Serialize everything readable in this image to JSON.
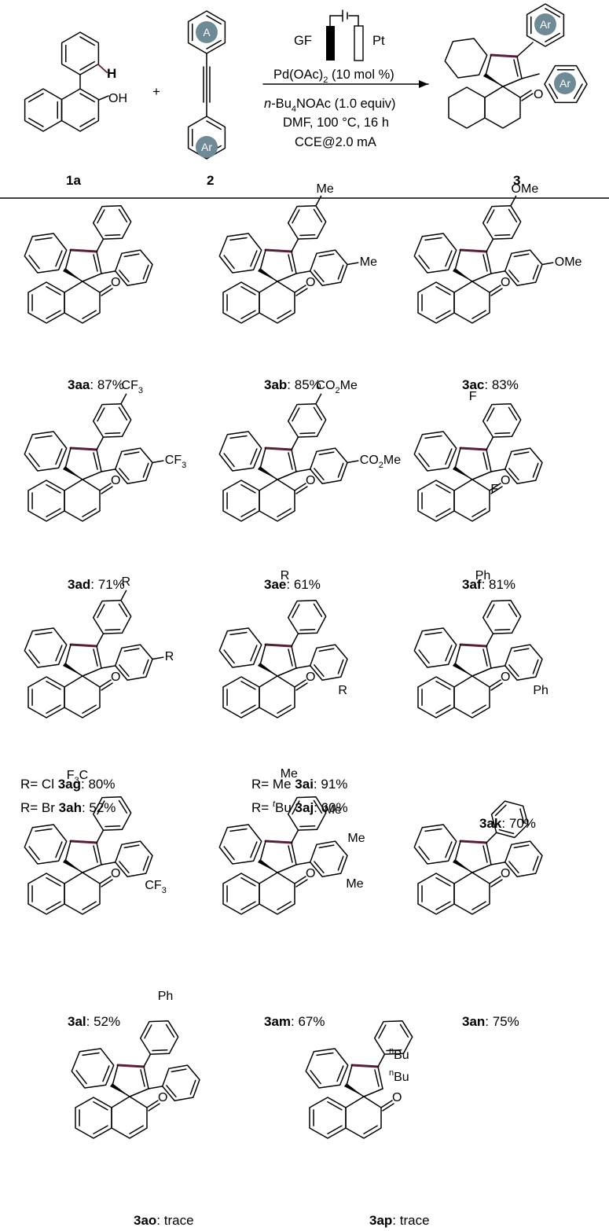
{
  "scheme": {
    "labels": {
      "reactant1": "1a",
      "reactant2": "2",
      "product": "3",
      "plus": "+"
    },
    "conditions": {
      "electrodes": {
        "anode": "GF",
        "cathode": "Pt"
      },
      "catalyst_main": "Pd(OAc)",
      "catalyst_sub": "2",
      "catalyst_rest": " (10 mol %)",
      "additive_prefix": "n",
      "additive_a": "-Bu",
      "additive_sub": "4",
      "additive_b": "NOAc (1.0 equiv)",
      "solvent": "DMF, 100 °C, 16 h",
      "current": "CCE@2.0 mA"
    },
    "badges": {
      "A": "A",
      "Ar": "Ar"
    },
    "atoms": {
      "H": "H",
      "OH": "OH",
      "O": "O"
    }
  },
  "substituents": {
    "Me": "Me",
    "OMe": "OMe",
    "CF": "CF",
    "CF_sub": "3",
    "CO": "CO",
    "CO_sub": "2",
    "Me_suffix": "Me",
    "F": "F",
    "R": "R",
    "Ph": "Ph",
    "F3C_F": "F",
    "F3C_sub": "3",
    "F3C_C": "C",
    "P": "P",
    "n": "n",
    "Bu": "Bu"
  },
  "products": [
    {
      "id": "3aa",
      "yield": ": 87%"
    },
    {
      "id": "3ab",
      "yield": ": 85%"
    },
    {
      "id": "3ac",
      "yield": ": 83%"
    },
    {
      "id": "3ad",
      "yield": ": 71%"
    },
    {
      "id": "3ae",
      "yield": ": 61%"
    },
    {
      "id": "3af",
      "yield": ": 81%"
    },
    {
      "id": "3ag",
      "yield": ": 80%",
      "r": "R= Cl"
    },
    {
      "id": "3ah",
      "yield": ": 52%",
      "r": "R= Br"
    },
    {
      "id": "3ai",
      "yield": ": 91%",
      "r": "R= Me"
    },
    {
      "id": "3aj",
      "yield": ": 60%",
      "r_prefix": "R= ",
      "r_sup": "t",
      "r_rest": "Bu"
    },
    {
      "id": "3ak",
      "yield": ": 70%"
    },
    {
      "id": "3al",
      "yield": ": 52%"
    },
    {
      "id": "3am",
      "yield": ": 67%"
    },
    {
      "id": "3an",
      "yield": ": 75%"
    },
    {
      "id": "3ao",
      "yield": ": trace"
    },
    {
      "id": "3ap",
      "yield": ": trace"
    }
  ]
}
